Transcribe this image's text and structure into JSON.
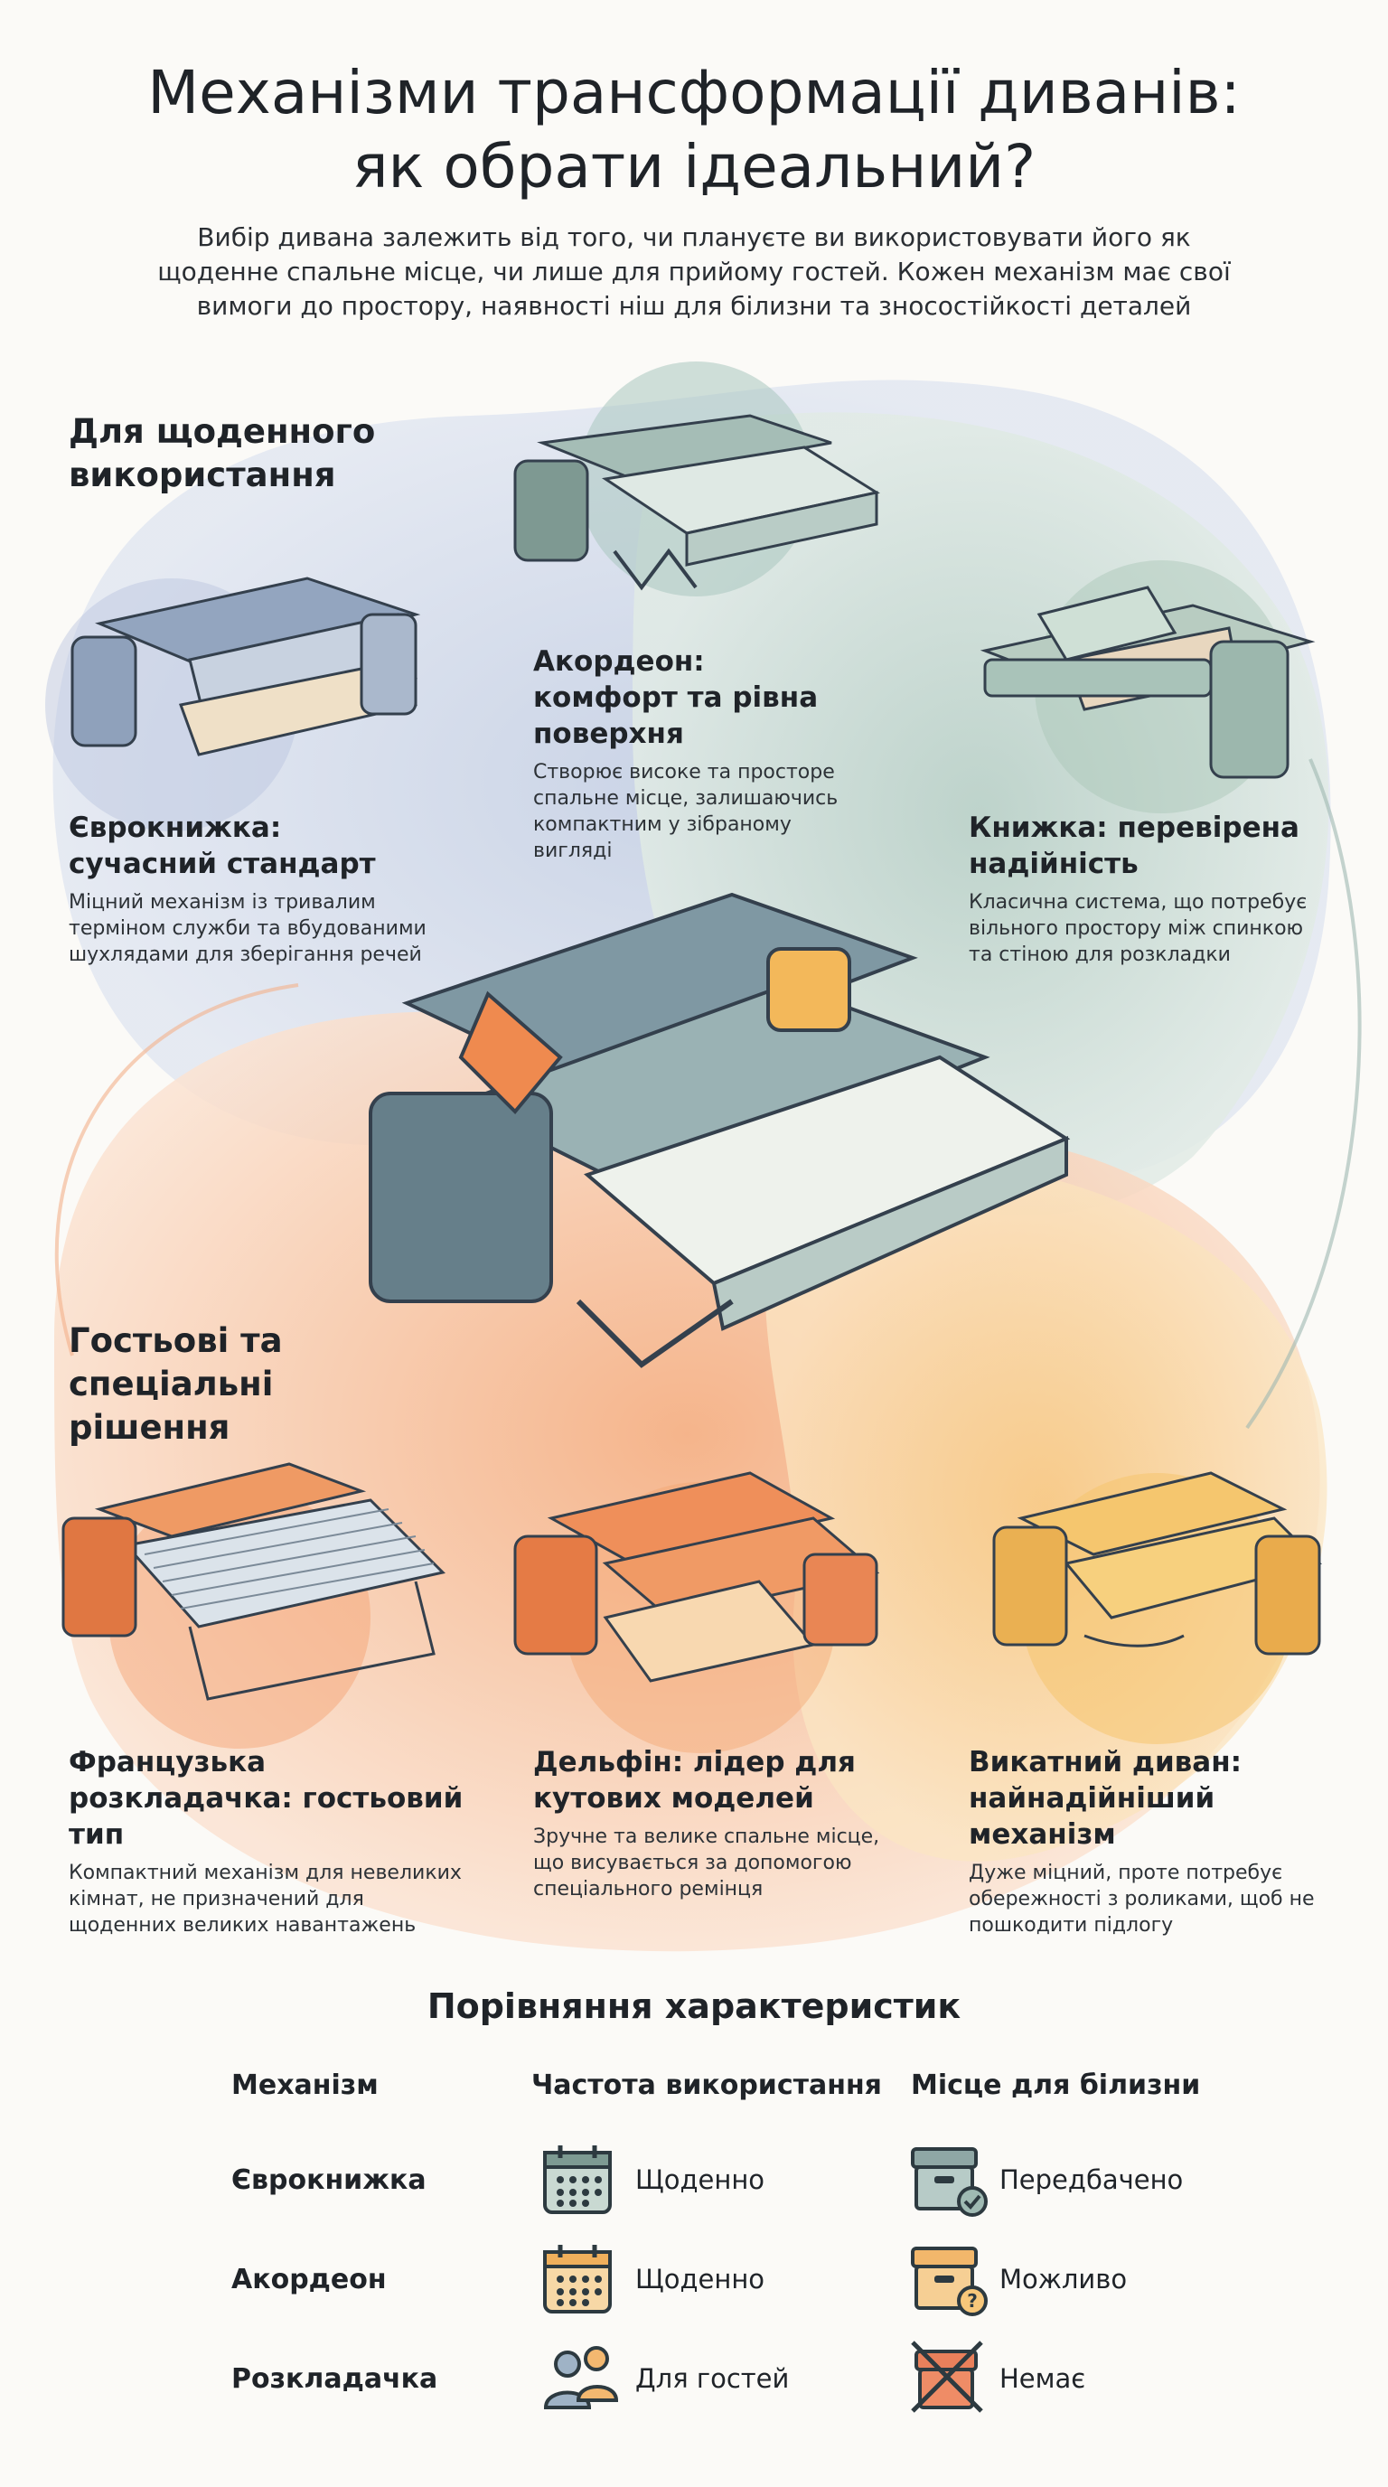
{
  "title": {
    "line1": "Механізми трансформації диванів:",
    "line2": "як обрати ідеальний?"
  },
  "intro": "Вибір дивана залежить від того, чи плануєте ви використовувати його як щоденне спальне місце, чи лише для прийому гостей. Кожен механізм має свої вимоги до простору, наявності ніш для білизни та зносостійкості деталей",
  "sections": {
    "daily": "Для щоденного використання",
    "guest": "Гостьові та спеціальні рішення"
  },
  "cards": [
    {
      "title": "Єврокнижка: сучасний стандарт",
      "desc": "Міцний механізм із тривалим терміном служби та вбудованими шухлядами для зберігання речей"
    },
    {
      "title": "Акордеон: комфорт та рівна поверхня",
      "desc": "Створює високе та просторе спальне місце, залишаючись компактним у зібраному вигляді"
    },
    {
      "title": "Книжка: перевірена надійність",
      "desc": "Класична система, що потребує вільного простору між спинкою та стіною для розкладки"
    },
    {
      "title": "Французька розкладачка: гостьовий тип",
      "desc": "Компактний механізм для невеликих кімнат, не призначений для щоденних великих навантажень"
    },
    {
      "title": "Дельфін: лідер для кутових моделей",
      "desc": "Зручне та велике спальне місце, що висувається за допомогою спеціального ремінця"
    },
    {
      "title": "Викатний диван: найнадійніший механізм",
      "desc": "Дуже міцний, проте потребує обережності з роликами, щоб не пошкодити підлогу"
    }
  ],
  "comparison": {
    "title": "Порівняння характеристик",
    "headers": [
      "Механізм",
      "Частота використання",
      "Місце для білизни"
    ],
    "rows": [
      {
        "name": "Єврокнижка",
        "frequency": "Щоденно",
        "frequency_icon": "calendar-icon",
        "storage": "Передбачено",
        "storage_icon": "storage-box-check-icon"
      },
      {
        "name": "Акордеон",
        "frequency": "Щоденно",
        "frequency_icon": "calendar-icon",
        "storage": "Можливо",
        "storage_icon": "storage-box-question-icon"
      },
      {
        "name": "Розкладачка",
        "frequency": "Для гостей",
        "frequency_icon": "guests-icon",
        "storage": "Немає",
        "storage_icon": "storage-box-crossed-icon"
      }
    ]
  },
  "colors": {
    "daily_blue": "#c9d3e6",
    "daily_green": "#c8d9cf",
    "guest_orange": "#f5b98a",
    "guest_yellow": "#f8d28c",
    "sofa_slate": "#6c8590",
    "sofa_mint": "#a9c4bd",
    "sofa_orange": "#e9824e",
    "sofa_yellow": "#f0b85a"
  }
}
